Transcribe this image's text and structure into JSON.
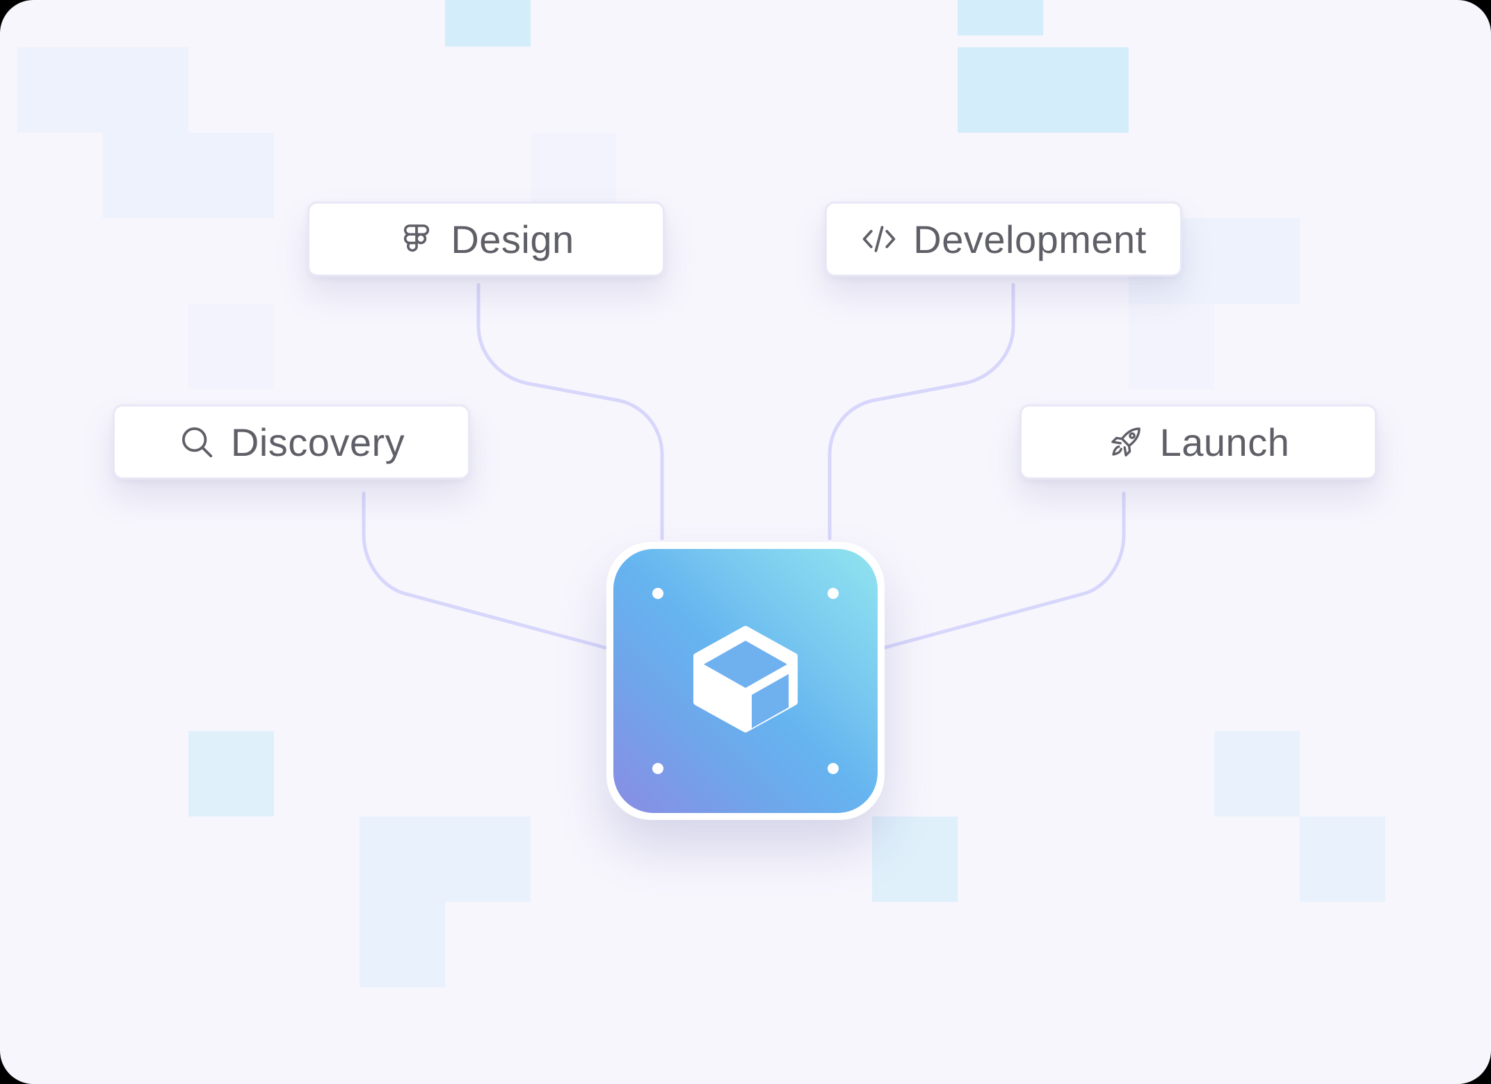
{
  "diagram": {
    "hub": {
      "icon": "cube-icon"
    },
    "nodes": {
      "design": {
        "label": "Design",
        "icon": "figma-icon"
      },
      "development": {
        "label": "Development",
        "icon": "code-icon"
      },
      "discovery": {
        "label": "Discovery",
        "icon": "search-icon"
      },
      "launch": {
        "label": "Launch",
        "icon": "rocket-icon"
      }
    },
    "colors": {
      "background": "#f7f6fd",
      "connector": "#d7d6fb",
      "hub_gradient_start": "#8a8ce4",
      "hub_gradient_end": "#91e4ef",
      "label_text": "#5f5f67"
    }
  }
}
